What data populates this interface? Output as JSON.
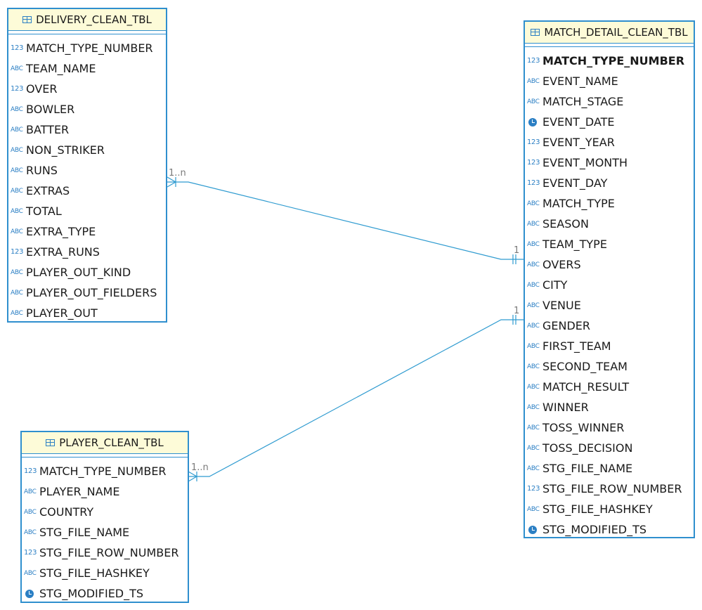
{
  "entities": {
    "delivery": {
      "title": "DELIVERY_CLEAN_TBL",
      "columns": [
        {
          "type": "123",
          "name": "MATCH_TYPE_NUMBER"
        },
        {
          "type": "ABC",
          "name": "TEAM_NAME"
        },
        {
          "type": "123",
          "name": "OVER"
        },
        {
          "type": "ABC",
          "name": "BOWLER"
        },
        {
          "type": "ABC",
          "name": "BATTER"
        },
        {
          "type": "ABC",
          "name": "NON_STRIKER"
        },
        {
          "type": "ABC",
          "name": "RUNS"
        },
        {
          "type": "ABC",
          "name": "EXTRAS"
        },
        {
          "type": "ABC",
          "name": "TOTAL"
        },
        {
          "type": "ABC",
          "name": "EXTRA_TYPE"
        },
        {
          "type": "123",
          "name": "EXTRA_RUNS"
        },
        {
          "type": "ABC",
          "name": "PLAYER_OUT_KIND"
        },
        {
          "type": "ABC",
          "name": "PLAYER_OUT_FIELDERS"
        },
        {
          "type": "ABC",
          "name": "PLAYER_OUT"
        }
      ]
    },
    "player": {
      "title": "PLAYER_CLEAN_TBL",
      "columns": [
        {
          "type": "123",
          "name": "MATCH_TYPE_NUMBER"
        },
        {
          "type": "ABC",
          "name": "PLAYER_NAME"
        },
        {
          "type": "ABC",
          "name": "COUNTRY"
        },
        {
          "type": "ABC",
          "name": "STG_FILE_NAME"
        },
        {
          "type": "123",
          "name": "STG_FILE_ROW_NUMBER"
        },
        {
          "type": "ABC",
          "name": "STG_FILE_HASHKEY"
        },
        {
          "type": "clock",
          "name": "STG_MODIFIED_TS"
        }
      ]
    },
    "match": {
      "title": "MATCH_DETAIL_CLEAN_TBL",
      "columns": [
        {
          "type": "123",
          "name": "MATCH_TYPE_NUMBER",
          "pk": true
        },
        {
          "type": "ABC",
          "name": "EVENT_NAME"
        },
        {
          "type": "ABC",
          "name": "MATCH_STAGE"
        },
        {
          "type": "clock",
          "name": "EVENT_DATE"
        },
        {
          "type": "123",
          "name": "EVENT_YEAR"
        },
        {
          "type": "123",
          "name": "EVENT_MONTH"
        },
        {
          "type": "123",
          "name": "EVENT_DAY"
        },
        {
          "type": "ABC",
          "name": "MATCH_TYPE"
        },
        {
          "type": "ABC",
          "name": "SEASON"
        },
        {
          "type": "ABC",
          "name": "TEAM_TYPE"
        },
        {
          "type": "ABC",
          "name": "OVERS"
        },
        {
          "type": "ABC",
          "name": "CITY"
        },
        {
          "type": "ABC",
          "name": "VENUE"
        },
        {
          "type": "ABC",
          "name": "GENDER"
        },
        {
          "type": "ABC",
          "name": "FIRST_TEAM"
        },
        {
          "type": "ABC",
          "name": "SECOND_TEAM"
        },
        {
          "type": "ABC",
          "name": "MATCH_RESULT"
        },
        {
          "type": "ABC",
          "name": "WINNER"
        },
        {
          "type": "ABC",
          "name": "TOSS_WINNER"
        },
        {
          "type": "ABC",
          "name": "TOSS_DECISION"
        },
        {
          "type": "ABC",
          "name": "STG_FILE_NAME"
        },
        {
          "type": "123",
          "name": "STG_FILE_ROW_NUMBER"
        },
        {
          "type": "ABC",
          "name": "STG_FILE_HASHKEY"
        },
        {
          "type": "clock",
          "name": "STG_MODIFIED_TS"
        }
      ]
    }
  },
  "relationships": [
    {
      "from": "delivery",
      "to": "match",
      "from_cardinality": "1..n",
      "to_cardinality": "1"
    },
    {
      "from": "player",
      "to": "match",
      "from_cardinality": "1..n",
      "to_cardinality": "1"
    }
  ],
  "colors": {
    "border": "#2f8fce",
    "header_bg": "#fdfbd8",
    "line": "#2f9bd0",
    "type_icon": "#2b7fc4"
  }
}
